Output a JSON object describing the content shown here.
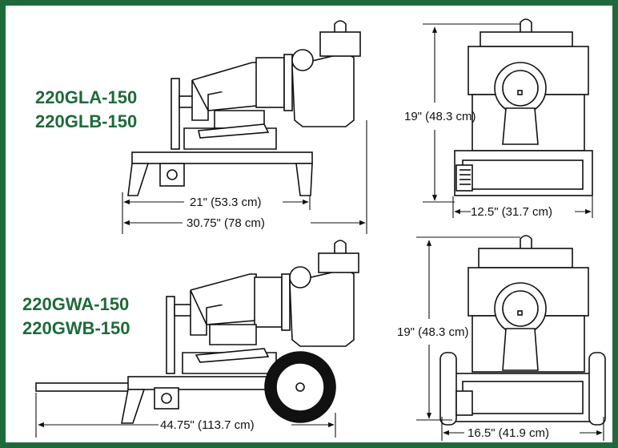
{
  "colors": {
    "frame": "#1e6a3a",
    "model_text": "#1e6a3a",
    "line": "#111111",
    "fill": "#ffffff"
  },
  "top_diagram": {
    "models": [
      "220GLA-150",
      "220GLB-150"
    ],
    "base_width": "21\" (53.3 cm)",
    "overall_length": "30.75\" (78 cm)",
    "height": "19\" (48.3 cm)",
    "front_width": "12.5\" (31.7 cm)"
  },
  "bottom_diagram": {
    "models": [
      "220GWA-150",
      "220GWB-150"
    ],
    "overall_length": "44.75\" (113.7 cm)",
    "height": "19\" (48.3 cm)",
    "front_width": "16.5\" (41.9 cm)"
  }
}
